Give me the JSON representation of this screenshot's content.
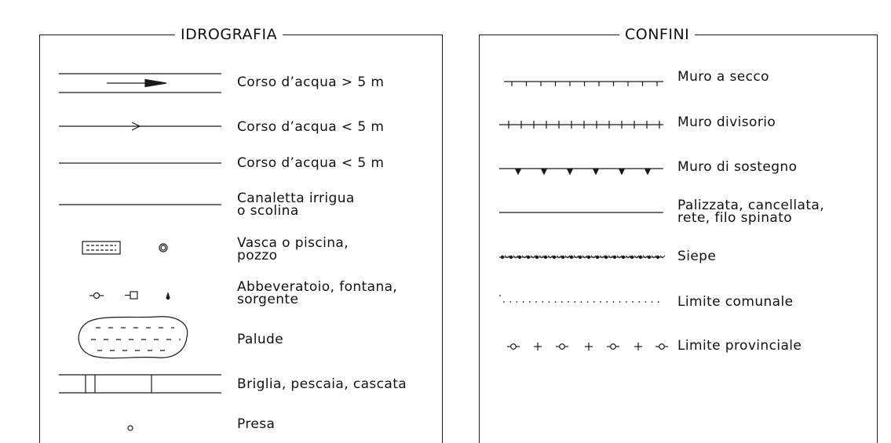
{
  "idrografia": {
    "title": "IDROGRAFIA",
    "items": [
      {
        "label": "Corso d’acqua > 5 m"
      },
      {
        "label": "Corso d’acqua < 5 m"
      },
      {
        "label": "Corso d’acqua < 5 m"
      },
      {
        "label_line1": "Canaletta irrigua",
        "label_line2": "o scolina"
      },
      {
        "label_line1": "Vasca o piscina,",
        "label_line2": "pozzo"
      },
      {
        "label_line1": "Abbeveratoio, fontana,",
        "label_line2": "sorgente"
      },
      {
        "label": "Palude"
      },
      {
        "label": "Briglia, pescaia, cascata"
      },
      {
        "label": "Presa"
      }
    ]
  },
  "confini": {
    "title": "CONFINI",
    "items": [
      {
        "label": "Muro a secco"
      },
      {
        "label": "Muro divisorio"
      },
      {
        "label": "Muro di sostegno"
      },
      {
        "label_line1": "Palizzata, cancellata,",
        "label_line2": "rete, filo spinato"
      },
      {
        "label": "Siepe"
      },
      {
        "label": "Limite comunale"
      },
      {
        "label": "Limite provinciale"
      }
    ]
  }
}
